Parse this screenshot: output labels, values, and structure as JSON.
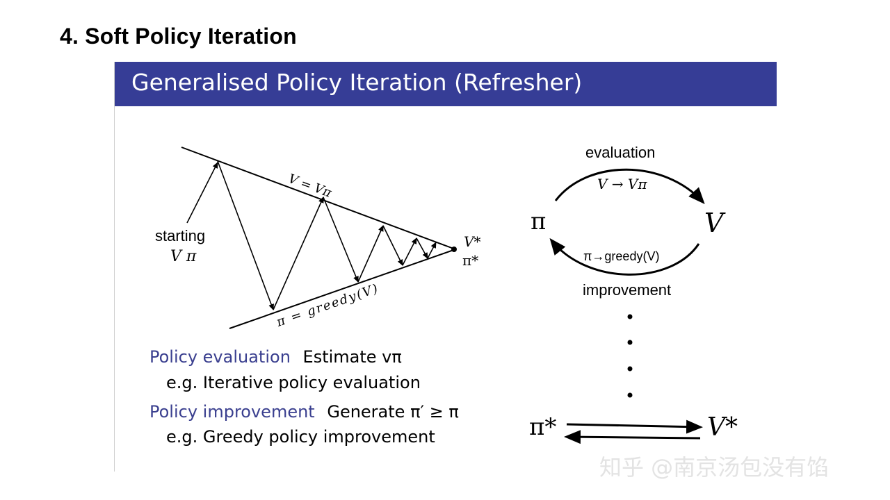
{
  "heading": "4. Soft Policy Iteration",
  "slide": {
    "title": "Generalised Policy Iteration (Refresher)",
    "left_diagram": {
      "starting_label": "starting",
      "starting_vars": "V  π",
      "top_line_label": "V = Vπ",
      "bottom_line_label": "π = greedy(V)",
      "vstar": "V*",
      "pistar": "π*"
    },
    "right_diagram": {
      "pi": "π",
      "v": "V",
      "evaluation": "evaluation",
      "eval_formula": "V → Vπ",
      "improvement": "improvement",
      "improve_formula": "π→greedy(V)",
      "pi_star": "π*",
      "v_star": "V*"
    },
    "definitions": [
      {
        "term": "Policy evaluation",
        "desc": "Estimate vπ",
        "example": "e.g. Iterative policy evaluation"
      },
      {
        "term": "Policy improvement",
        "desc": "Generate π′ ≥ π",
        "example": "e.g. Greedy policy improvement"
      }
    ]
  },
  "watermark": "知乎 @南京汤包没有馅",
  "colors": {
    "title_bar": "#363d96",
    "term_blue": "#3a3f8f"
  }
}
